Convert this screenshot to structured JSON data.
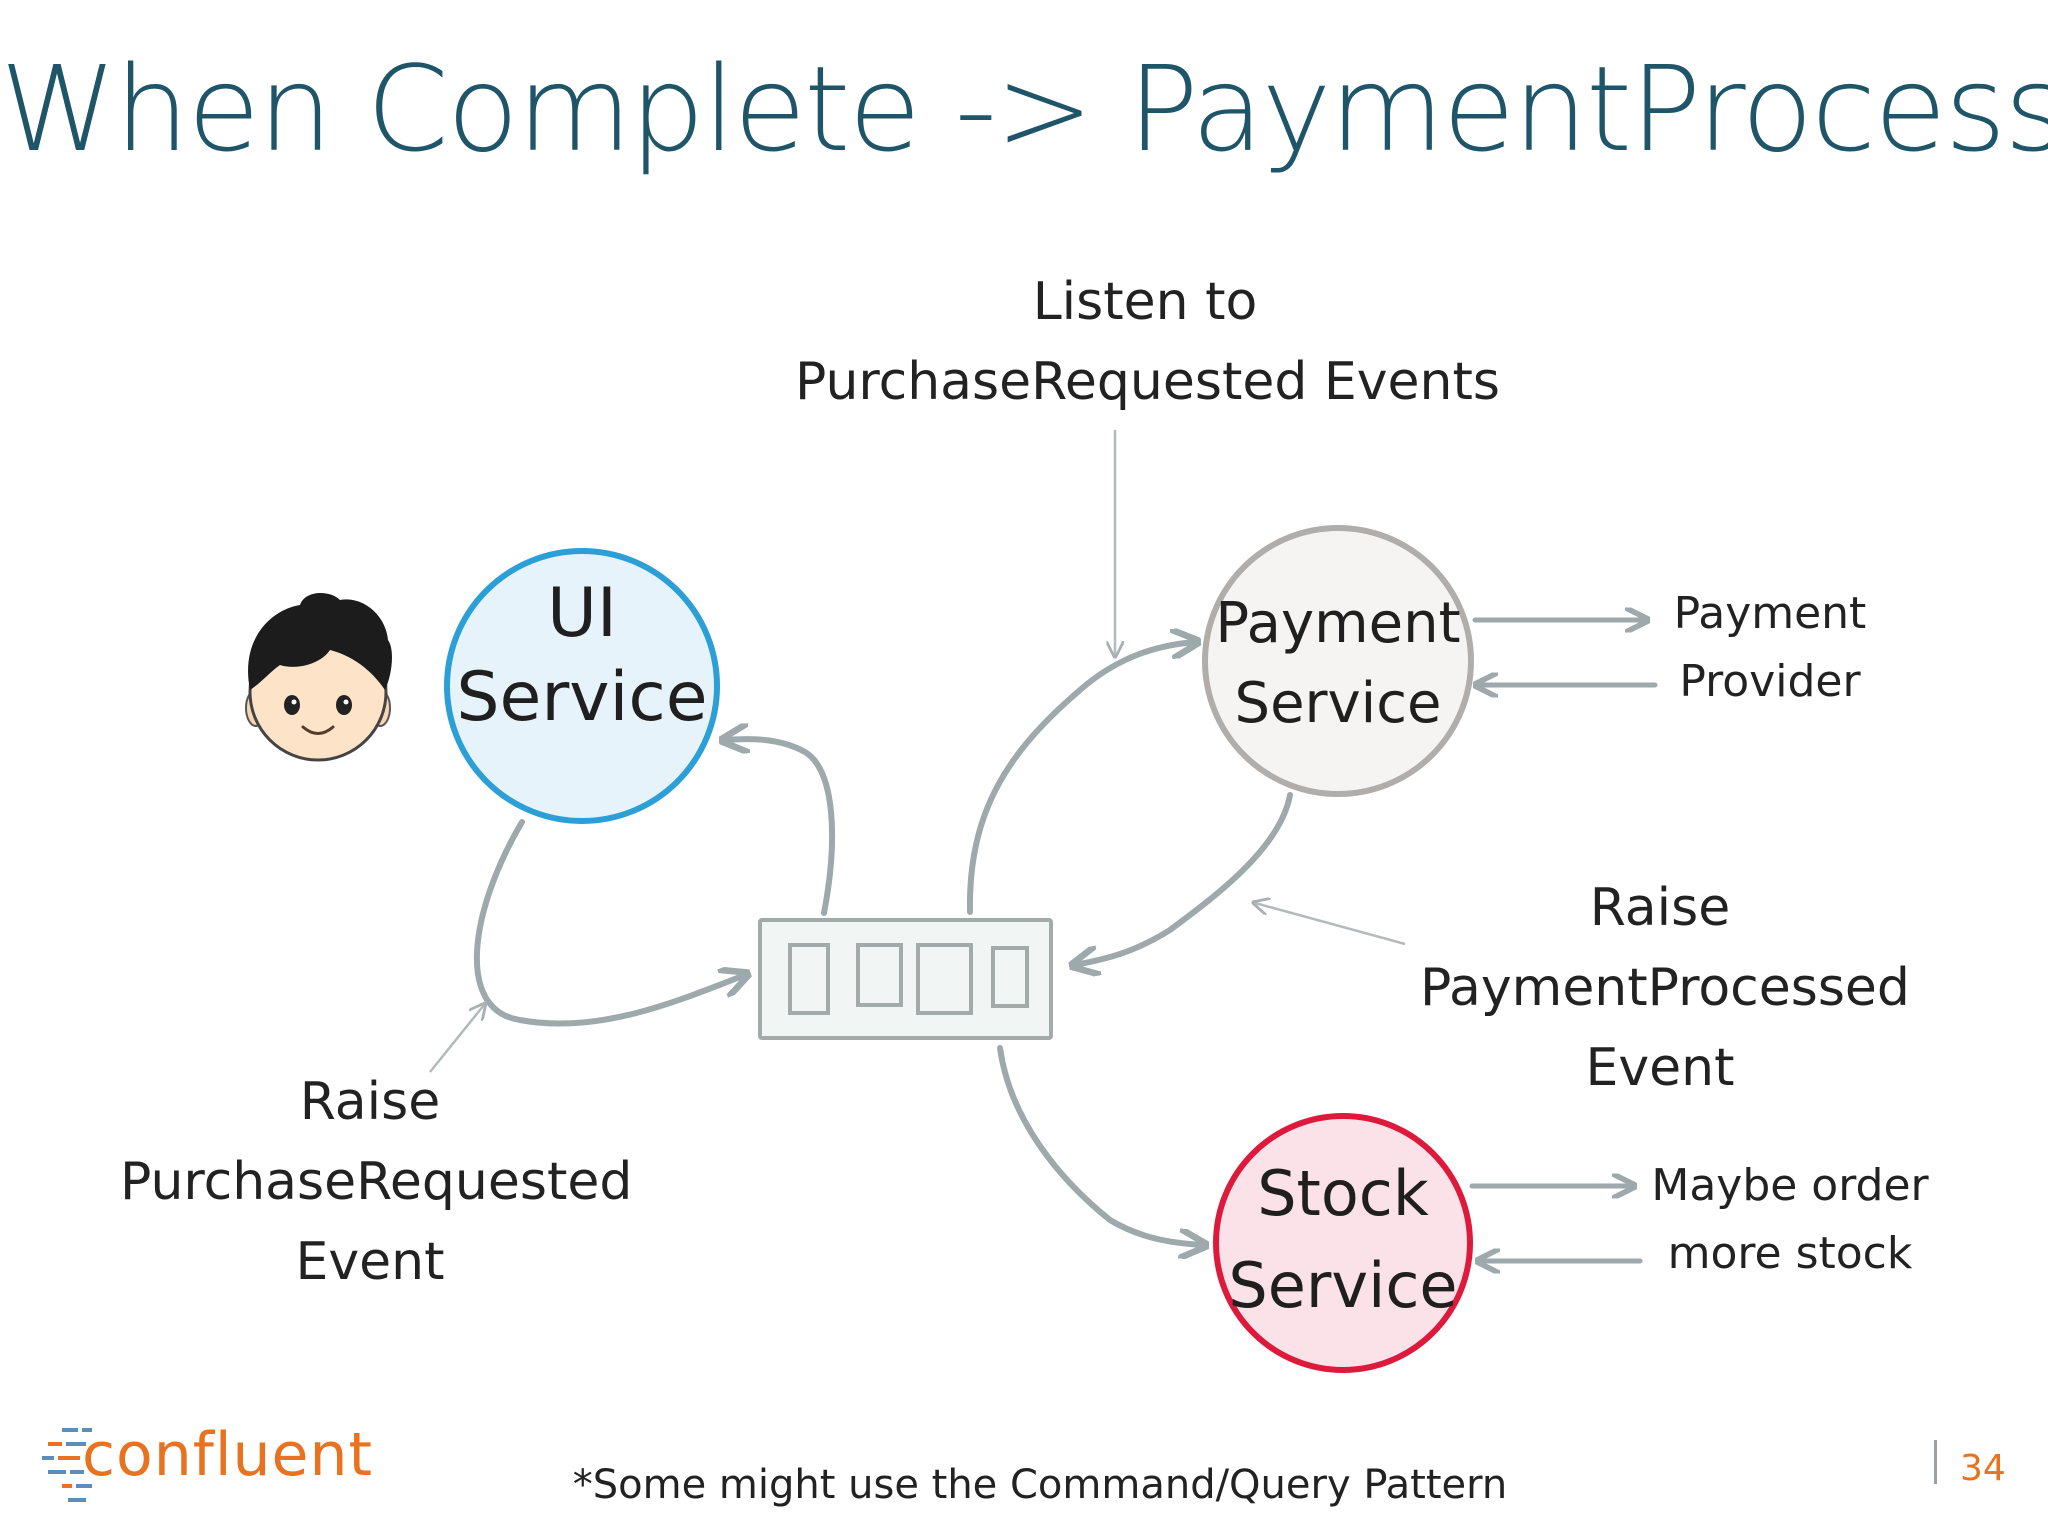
{
  "slide": {
    "title": "When Complete -> PaymentProcessed",
    "page_number": "34",
    "footnote": "*Some might use the Command/Query Pattern"
  },
  "nodes": {
    "ui_service": {
      "line1": "UI",
      "line2": "Service",
      "stroke": "#2b9fd6",
      "fill": "#e6f3fb"
    },
    "payment_service": {
      "line1": "Payment",
      "line2": "Service",
      "stroke": "#b0adab",
      "fill": "#f6f4f2"
    },
    "stock_service": {
      "line1": "Stock",
      "line2": "Service",
      "stroke": "#de1a3c",
      "fill": "#fbe2e8"
    }
  },
  "annotations": {
    "listen": {
      "line1": "Listen to",
      "line2": "PurchaseRequested Events"
    },
    "raise_purchase": {
      "line1": "Raise",
      "line2": "PurchaseRequested",
      "line3": "Event"
    },
    "raise_payment": {
      "line1": "Raise",
      "line2": "PaymentProcessed",
      "line3": "Event"
    },
    "payment_provider": {
      "line1": "Payment",
      "line2": "Provider"
    },
    "stock_order": {
      "line1": "Maybe order",
      "line2": "more stock"
    }
  },
  "logo": {
    "text": "confluent",
    "color": "#e8721f"
  },
  "colors": {
    "title": "#1f5568",
    "arrow": "#9ea9ab",
    "queue_stroke": "#a2abaa",
    "queue_fill": "#f1f5f4",
    "accent": "#e8721f"
  },
  "icons": {
    "user": "boy-face-icon",
    "queue": "event-log-icon"
  }
}
